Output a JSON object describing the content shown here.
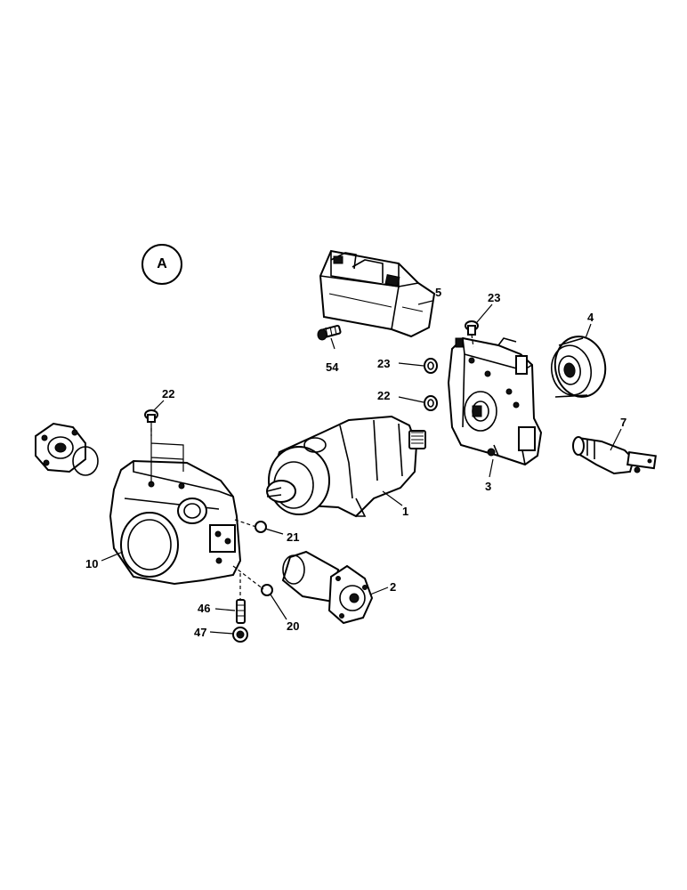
{
  "view_marker": "A",
  "labels": {
    "p1": "1",
    "p2": "2",
    "p3": "3",
    "p4": "4",
    "p5": "5",
    "p7": "7",
    "p10": "10",
    "p20": "20",
    "p21": "21",
    "p22a": "22",
    "p22b": "22",
    "p23a": "23",
    "p23b": "23",
    "p46": "46",
    "p47": "47",
    "p54": "54"
  }
}
